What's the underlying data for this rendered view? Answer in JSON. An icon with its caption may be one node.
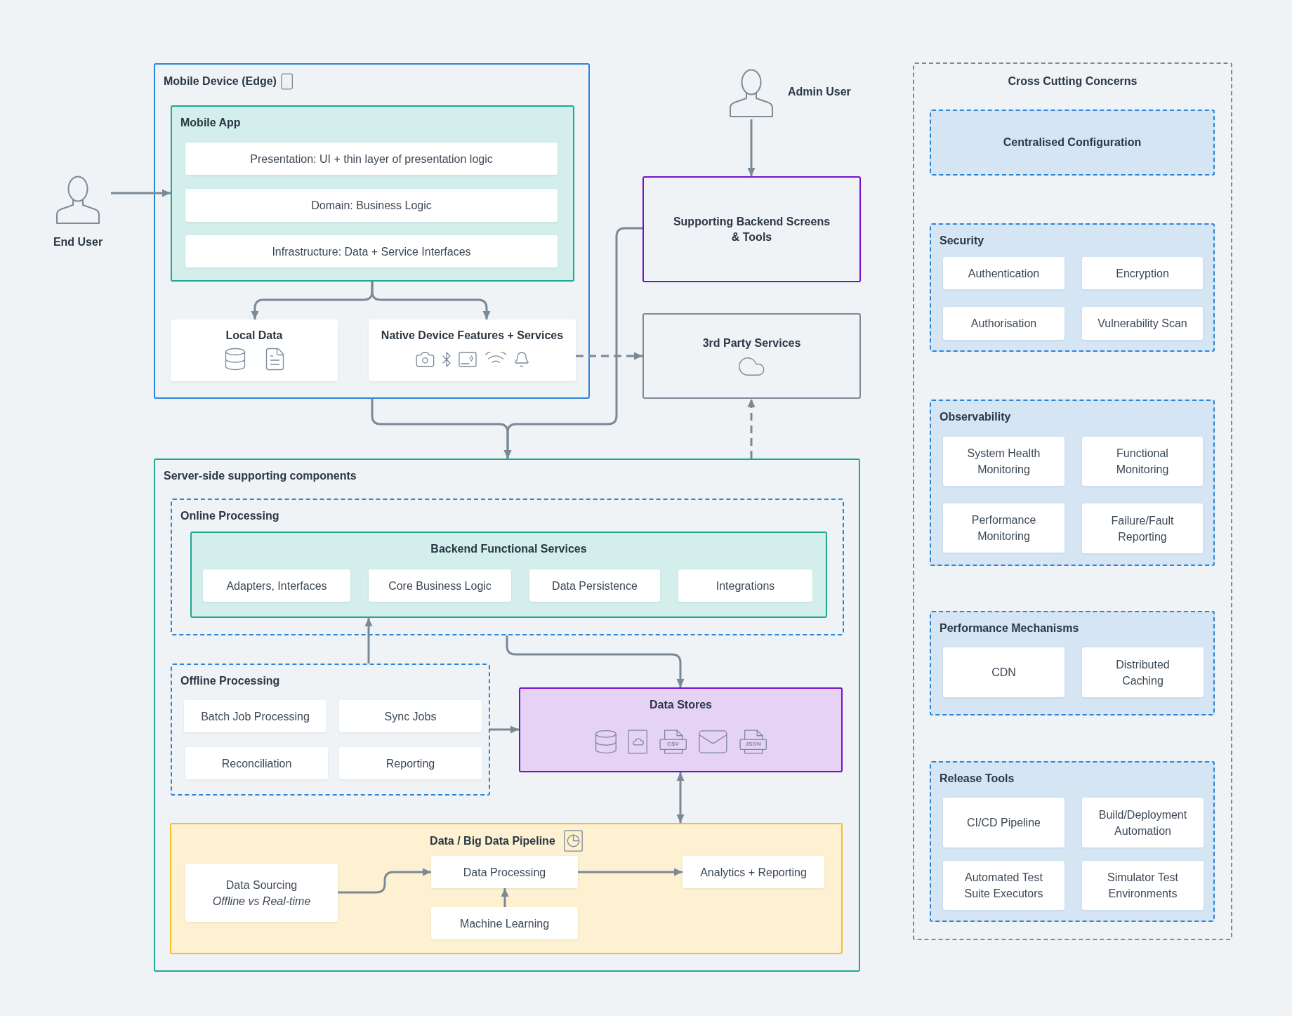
{
  "diagram": {
    "nodes": [
      {
        "text": [
          "End User"
        ]
      },
      {
        "text": [
          "Mobile Device (Edge)"
        ]
      },
      {
        "text": [
          "Mobile App"
        ],
        "in": 1
      },
      {
        "text": [
          "Presentation: UI + thin layer of presentation logic"
        ],
        "in": 2
      },
      {
        "text": [
          "Domain: Business Logic"
        ],
        "in": 2
      },
      {
        "text": [
          "Infrastructure: Data + Service Interfaces"
        ],
        "in": 2
      },
      {
        "text": [
          "Local Data"
        ],
        "in": 1
      },
      {
        "text": [
          "Native Device Features + Services"
        ],
        "in": 1
      },
      {
        "text": [
          "Admin User"
        ]
      },
      {
        "text": [
          "Supporting Backend Screens & Tools"
        ]
      },
      {
        "text": [
          "3rd Party Services"
        ]
      },
      {
        "text": [
          "Server-side supporting components"
        ]
      },
      {
        "text": [
          "Online Processing"
        ],
        "in": 11
      },
      {
        "text": [
          "Backend Functional Services"
        ],
        "in": 12
      },
      {
        "text": [
          "Adapters, Interfaces"
        ],
        "in": 13
      },
      {
        "text": [
          "Core Business Logic"
        ],
        "in": 13
      },
      {
        "text": [
          "Data Persistence"
        ],
        "in": 13
      },
      {
        "text": [
          "Integrations"
        ],
        "in": 13
      },
      {
        "text": [
          "Offline Processing"
        ],
        "in": 11
      },
      {
        "text": [
          "Batch Job Processing"
        ],
        "in": 18
      },
      {
        "text": [
          "Sync Jobs"
        ],
        "in": 18
      },
      {
        "text": [
          "Reconciliation"
        ],
        "in": 18
      },
      {
        "text": [
          "Reporting"
        ],
        "in": 18
      },
      {
        "text": [
          "Data Stores",
          "CSV",
          "JSON"
        ],
        "in": 11
      },
      {
        "text": [
          "Data / Big Data Pipeline"
        ],
        "in": 11
      },
      {
        "text": [
          "Data Sourcing",
          "Offline vs Real-time"
        ],
        "in": 24
      },
      {
        "text": [
          "Data Processing"
        ],
        "in": 24
      },
      {
        "text": [
          "Analytics + Reporting"
        ],
        "in": 24
      },
      {
        "text": [
          "Machine Learning"
        ],
        "in": 24
      },
      {
        "text": [
          "Cross Cutting Concerns"
        ]
      },
      {
        "text": [
          "Centralised Configuration"
        ],
        "in": 29
      },
      {
        "text": [
          "Security"
        ],
        "in": 29
      },
      {
        "text": [
          "Authentication"
        ],
        "in": 31
      },
      {
        "text": [
          "Encryption"
        ],
        "in": 31
      },
      {
        "text": [
          "Authorisation"
        ],
        "in": 31
      },
      {
        "text": [
          "Vulnerability Scan"
        ],
        "in": 31
      },
      {
        "text": [
          "Observability"
        ],
        "in": 29
      },
      {
        "text": [
          "System Health Monitoring"
        ],
        "in": 36
      },
      {
        "text": [
          "Functional Monitoring"
        ],
        "in": 36
      },
      {
        "text": [
          "Performance Monitoring"
        ],
        "in": 36
      },
      {
        "text": [
          "Failure/Fault Reporting"
        ],
        "in": 36
      },
      {
        "text": [
          "Performance Mechanisms"
        ],
        "in": 29
      },
      {
        "text": [
          "CDN"
        ],
        "in": 41
      },
      {
        "text": [
          "Distributed Caching"
        ],
        "in": 41
      },
      {
        "text": [
          "Release Tools"
        ],
        "in": 29
      },
      {
        "text": [
          "CI/CD Pipeline"
        ],
        "in": 44
      },
      {
        "text": [
          "Build/Deployment Automation"
        ],
        "in": 44
      },
      {
        "text": [
          "Automated Test Suite Executors"
        ],
        "in": 44
      },
      {
        "text": [
          "Simulator Test Environments"
        ],
        "in": 44
      }
    ],
    "edges": [
      {
        "from": 0,
        "to": 2,
        "arrow": "to"
      },
      {
        "from": 2,
        "to": 6,
        "arrow": "to"
      },
      {
        "from": 2,
        "to": 7,
        "arrow": "to"
      },
      {
        "from": 8,
        "to": 9,
        "arrow": "to"
      },
      {
        "from": 7,
        "to": 10,
        "arrow": "to",
        "style": "dashed"
      },
      {
        "from": 1,
        "to": 11,
        "arrow": "to"
      },
      {
        "from": 9,
        "to": 11,
        "arrow": "to"
      },
      {
        "from": 11,
        "to": 10,
        "arrow": "to",
        "style": "dashed"
      },
      {
        "from": 18,
        "to": 13,
        "arrow": "to"
      },
      {
        "from": 12,
        "to": 23,
        "arrow": "to"
      },
      {
        "from": 18,
        "to": 23,
        "arrow": "to"
      },
      {
        "from": 23,
        "to": 24,
        "arrow": "both"
      },
      {
        "from": 25,
        "to": 26,
        "arrow": "to"
      },
      {
        "from": 26,
        "to": 27,
        "arrow": "to"
      },
      {
        "from": 28,
        "to": 26,
        "arrow": "to"
      }
    ]
  }
}
